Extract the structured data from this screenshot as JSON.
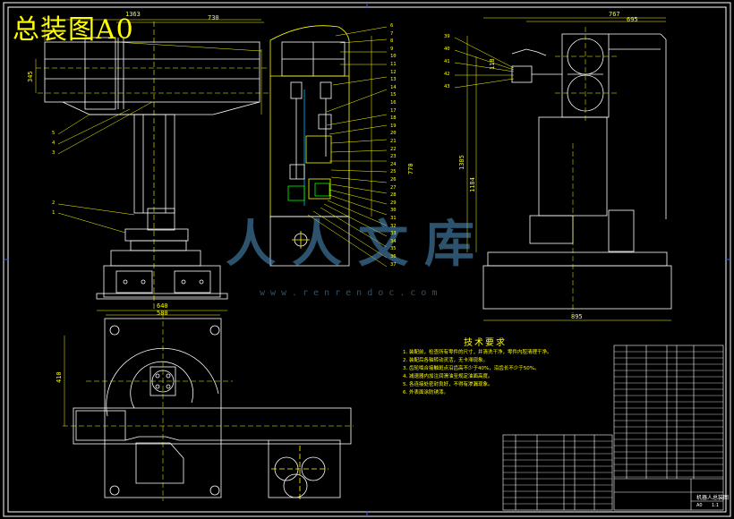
{
  "drawing": {
    "title": "总装图A0",
    "watermark": "人人文库",
    "watermark_url": "www.renrendoc.com"
  },
  "dimensions": {
    "side_1363": "1363",
    "side_730": "730",
    "side_345": "345",
    "side_770": "770",
    "top_640": "640",
    "top_580": "580",
    "top_410": "410",
    "right_767": "767",
    "right_695": "695",
    "right_1385": "1385",
    "right_1184": "1184",
    "right_895": "895",
    "right_118": "118"
  },
  "part_numbers": {
    "section": [
      "6",
      "7",
      "8",
      "9",
      "10",
      "11",
      "12",
      "13",
      "14",
      "15",
      "16",
      "17",
      "18",
      "19",
      "20",
      "21",
      "22",
      "23",
      "24",
      "25",
      "26",
      "27",
      "28",
      "29",
      "30",
      "31",
      "32",
      "33",
      "34",
      "35",
      "36",
      "37"
    ],
    "left": [
      "5",
      "4",
      "3",
      "2",
      "1"
    ],
    "right": [
      "39",
      "40",
      "41",
      "42",
      "43"
    ]
  },
  "tech_requirements": {
    "title": "技术要求",
    "items": [
      "1. 装配前，检查所有零件的尺寸，并清洗干净，零件内腔清理干净。",
      "2. 装配后各轴转动灵活，无卡滞现象。",
      "3. 齿轮啮合接触斑点沿齿高不少于40%，沿齿长不少于50%。",
      "4. 减速器内加注润滑油至规定油面高度。",
      "5. 各连接处密封良好，不得有渗漏现象。",
      "6. 外表面涂防锈漆。"
    ]
  },
  "title_block": {
    "drawing_name": "机器人总装图",
    "sheet": "A0",
    "scale": "1:1"
  }
}
